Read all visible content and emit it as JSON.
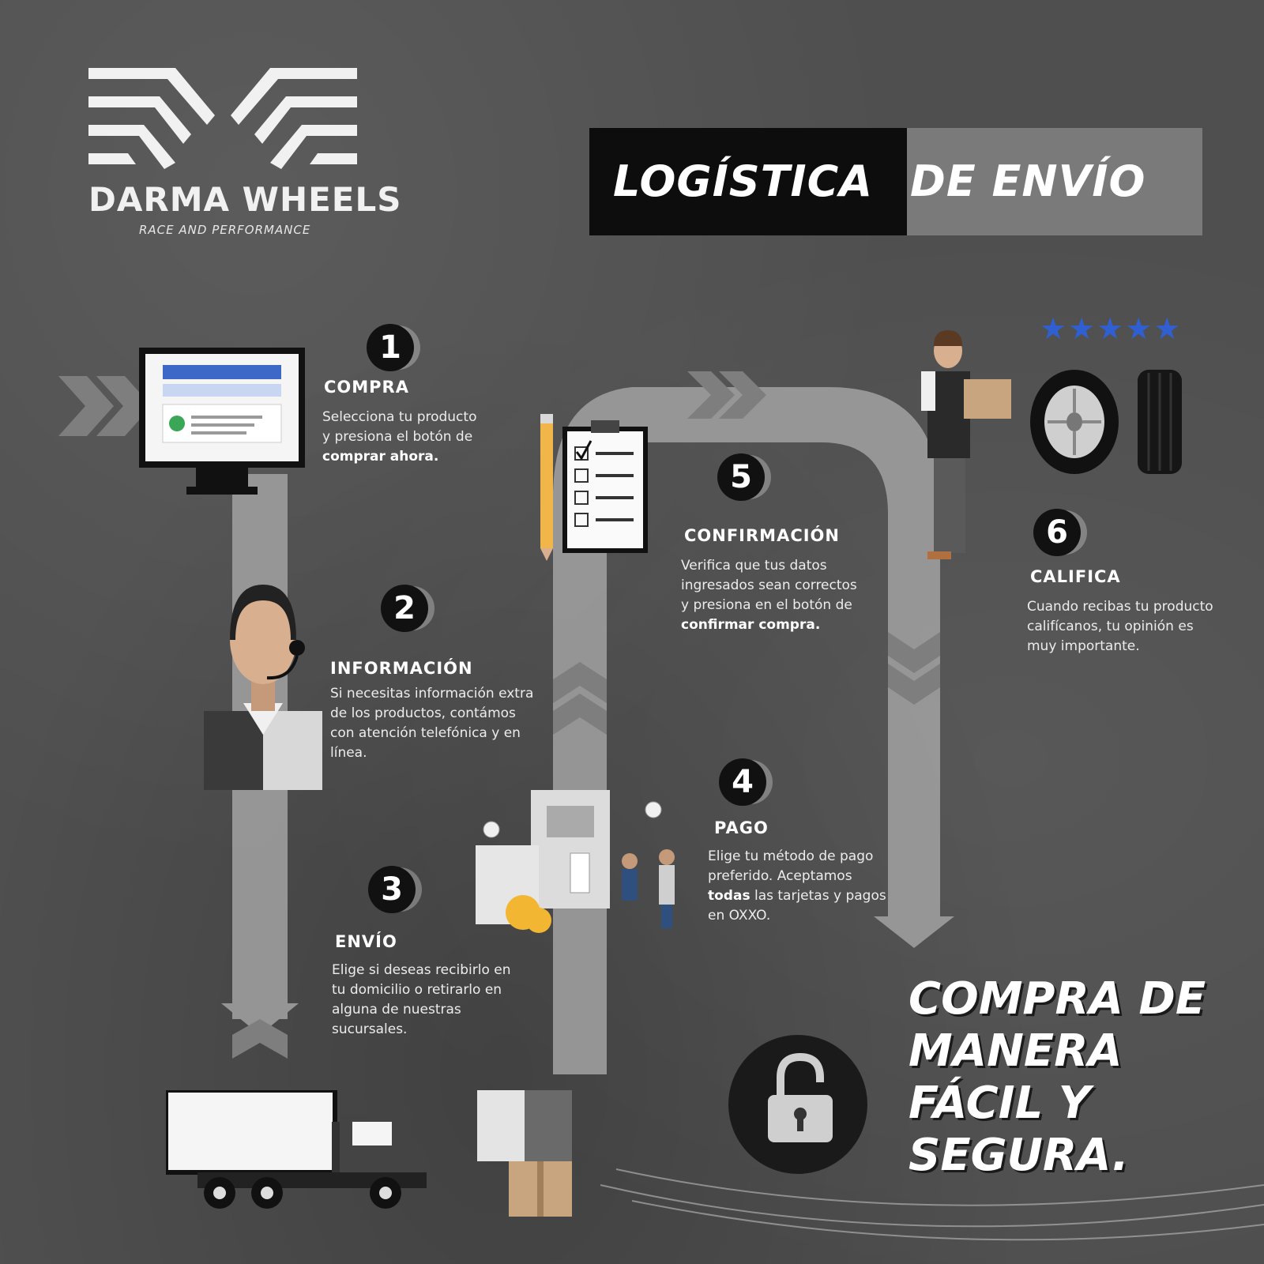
{
  "brand": {
    "name": "DARMA WHEELS",
    "tagline": "RACE AND PERFORMANCE"
  },
  "title": {
    "part1": "LOGÍSTICA",
    "part2": "DE ENVÍO"
  },
  "steps": [
    {
      "number": "1",
      "title": "COMPRA",
      "desc_before": "Selecciona tu producto y presiona el botón de ",
      "desc_bold": "comprar ahora.",
      "desc_after": ""
    },
    {
      "number": "2",
      "title": "INFORMACIÓN",
      "desc_before": "Si necesitas información extra de los productos, contámos con atención telefónica y en línea.",
      "desc_bold": "",
      "desc_after": ""
    },
    {
      "number": "3",
      "title": "ENVÍO",
      "desc_before": "Elige si deseas recibirlo en tu domicilio o retirarlo en alguna de nuestras sucursales.",
      "desc_bold": "",
      "desc_after": ""
    },
    {
      "number": "4",
      "title": "PAGO",
      "desc_before": "Elige tu método de pago preferido. Aceptamos ",
      "desc_bold": "todas",
      "desc_after": " las tarjetas y pagos en OXXO."
    },
    {
      "number": "5",
      "title": "CONFIRMACIÓN",
      "desc_before": "Verifica que tus datos ingresados sean correctos y presiona en el botón de ",
      "desc_bold": "confirmar compra.",
      "desc_after": ""
    },
    {
      "number": "6",
      "title": "CALIFICA",
      "desc_before": "Cuando recibas tu producto califícanos, tu opinión es muy importante.",
      "desc_bold": "",
      "desc_after": ""
    }
  ],
  "rating": {
    "stars_text": "★★★★★",
    "value": 5,
    "max": 5,
    "color": "#2f5fd0"
  },
  "slogan": {
    "line1": "COMPRA DE",
    "line2": "MANERA",
    "line3": "FÁCIL Y",
    "line4": "SEGURA."
  },
  "icons": [
    "monitor-icon",
    "support-agent-icon",
    "delivery-truck-icon",
    "payment-scene-icon",
    "checklist-icon",
    "pencil-icon",
    "delivery-man-icon",
    "tire-icon",
    "star-icon",
    "unlocked-padlock-icon",
    "logo-mark-icon"
  ],
  "colors": {
    "background": "#4f4f4f",
    "title_black": "#0d0d0d",
    "title_grey": "#7a7a7a",
    "path": "#9a9a9a",
    "text": "#ffffff"
  }
}
